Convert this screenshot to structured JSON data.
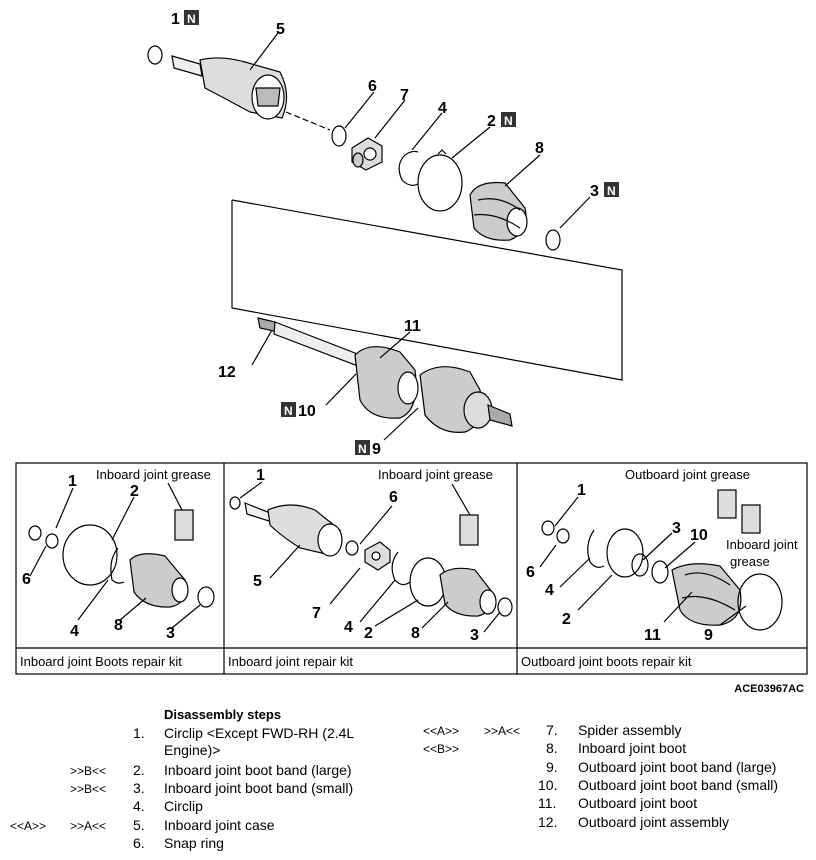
{
  "callouts": {
    "top": [
      "1",
      "5",
      "6",
      "7",
      "4",
      "2",
      "8",
      "3",
      "11",
      "12",
      "10",
      "9"
    ],
    "n_mark": "N"
  },
  "kits": [
    {
      "name": "Inboard joint Boots repair kit",
      "grease_label": "Inboard joint grease",
      "callouts": [
        "1",
        "2",
        "6",
        "4",
        "8",
        "3"
      ]
    },
    {
      "name": "Inboard joint repair kit",
      "grease_label": "Inboard joint grease",
      "callouts": [
        "1",
        "6",
        "5",
        "7",
        "4",
        "2",
        "8",
        "3"
      ]
    },
    {
      "name": "Outboard joint boots repair kit",
      "grease_label": "Outboard joint grease",
      "grease_label2": "Inboard joint grease",
      "callouts": [
        "1",
        "3",
        "10",
        "6",
        "4",
        "2",
        "11",
        "9"
      ]
    }
  ],
  "figure_code": "ACE03967AC",
  "disassembly": {
    "title": "Disassembly steps",
    "left": [
      {
        "ref_a": "",
        "ref_b": "",
        "num": "1.",
        "text": "Circlip <Except FWD-RH (2.4L",
        "text2": "Engine)>"
      },
      {
        "ref_a": "",
        "ref_b": ">>B<<",
        "num": "2.",
        "text": "Inboard joint boot band (large)"
      },
      {
        "ref_a": "",
        "ref_b": ">>B<<",
        "num": "3.",
        "text": "Inboard joint boot band (small)"
      },
      {
        "ref_a": "",
        "ref_b": "",
        "num": "4.",
        "text": "Circlip"
      },
      {
        "ref_a": "<<A>>",
        "ref_b": ">>A<<",
        "num": "5.",
        "text": "Inboard joint case"
      },
      {
        "ref_a": "",
        "ref_b": "",
        "num": "6.",
        "text": "Snap ring"
      }
    ],
    "right": [
      {
        "ref_a": "<<A>>",
        "ref_b": ">>A<<",
        "num": "7.",
        "text": "Spider assembly"
      },
      {
        "ref_a": "<<B>>",
        "ref_b": "",
        "num": "8.",
        "text": "Inboard joint boot"
      },
      {
        "ref_a": "",
        "ref_b": "",
        "num": "9.",
        "text": "Outboard joint boot band (large)"
      },
      {
        "ref_a": "",
        "ref_b": "",
        "num": "10.",
        "text": "Outboard joint boot band (small)"
      },
      {
        "ref_a": "",
        "ref_b": "",
        "num": "11.",
        "text": "Outboard joint boot"
      },
      {
        "ref_a": "",
        "ref_b": "",
        "num": "12.",
        "text": "Outboard joint assembly"
      }
    ]
  }
}
